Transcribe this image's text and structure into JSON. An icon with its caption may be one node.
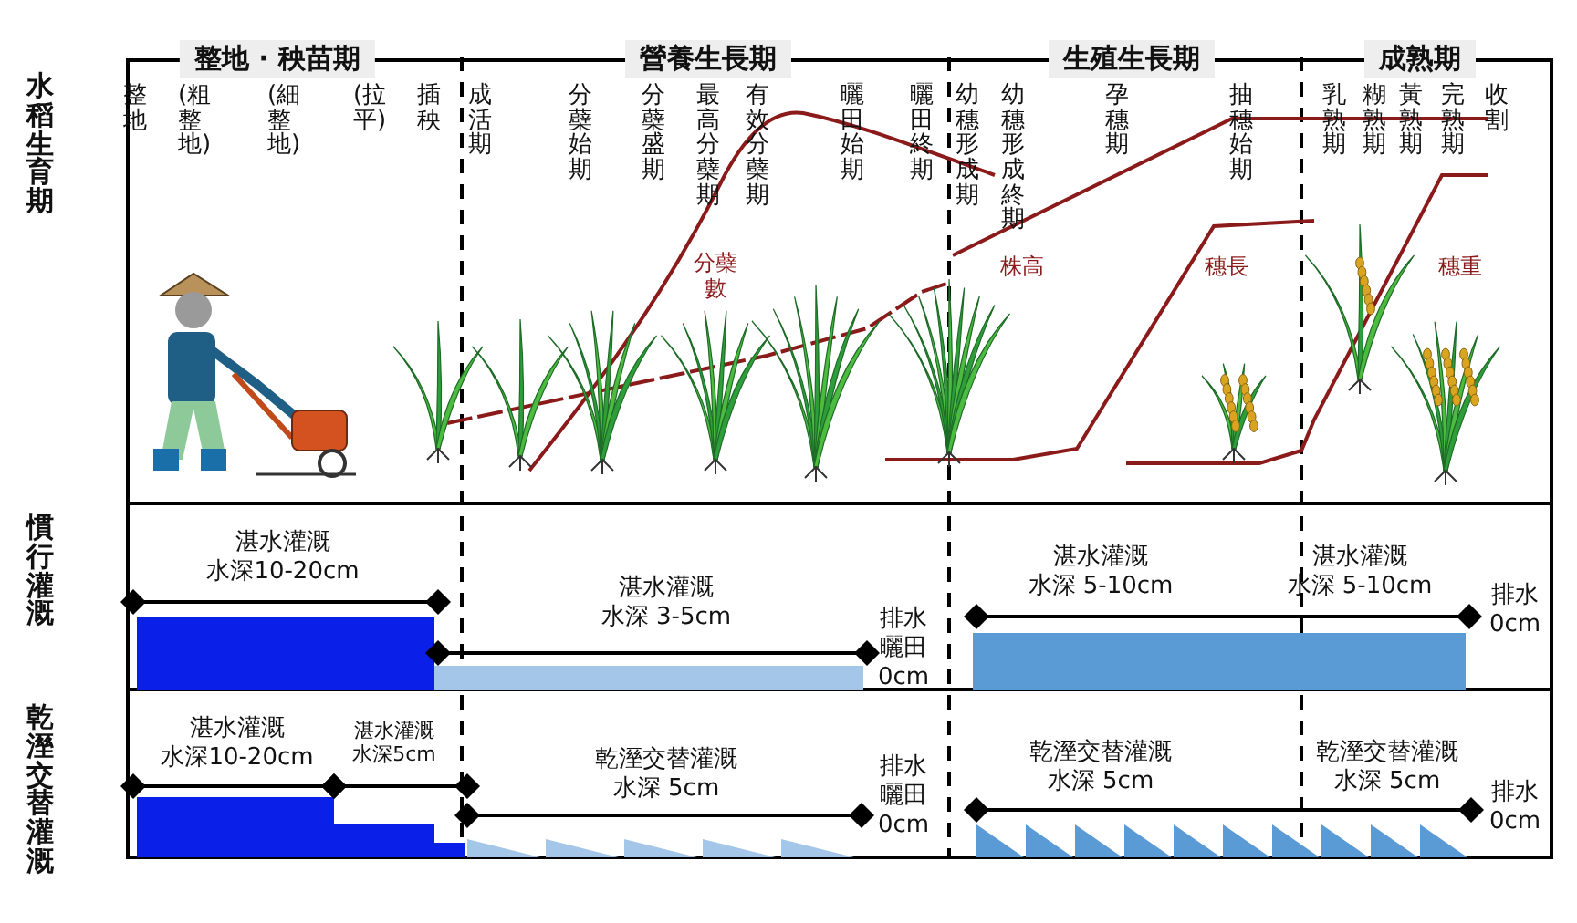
{
  "diagram": {
    "labels": [
      "整地 · 秧苗期",
      "營養生長期",
      "生殖生長期",
      "成熟期",
      "水稻生育期",
      "整地",
      "(粗整地)",
      "(細整地)",
      "(拉平)",
      "插秧",
      "成活期",
      "分蘗始期",
      "分蘗盛期",
      "最高分蘗期",
      "有效分蘗期",
      "曬田始期",
      "曬田終期",
      "幼穗形成期",
      "幼穗形成終期",
      "孕穗期",
      "抽穗始期",
      "乳熟期",
      "糊熟期",
      "黃熟期",
      "完熟期",
      "收割",
      "分蘗數",
      "株高",
      "穗長",
      "穗重",
      "慣行灌溉",
      "湛水灌溉",
      "水深10-20cm",
      "湛水灌溉",
      "水深 3-5cm",
      "排水",
      "曬田",
      "0cm",
      "湛水灌溉",
      "水深 5-10cm",
      "湛水灌溉",
      "水深 5-10cm",
      "排水",
      "0cm",
      "乾溼交替灌溉",
      "湛水灌溉",
      "水深10-20cm",
      "湛水灌溉",
      "水深5cm",
      "乾溼交替灌溉",
      "水深 5cm",
      "排水",
      "曬田",
      "0cm",
      "乾溼交替灌溉",
      "水深 5cm",
      "乾溼交替灌溉",
      "水深 5cm",
      "排水",
      "0cm"
    ]
  }
}
